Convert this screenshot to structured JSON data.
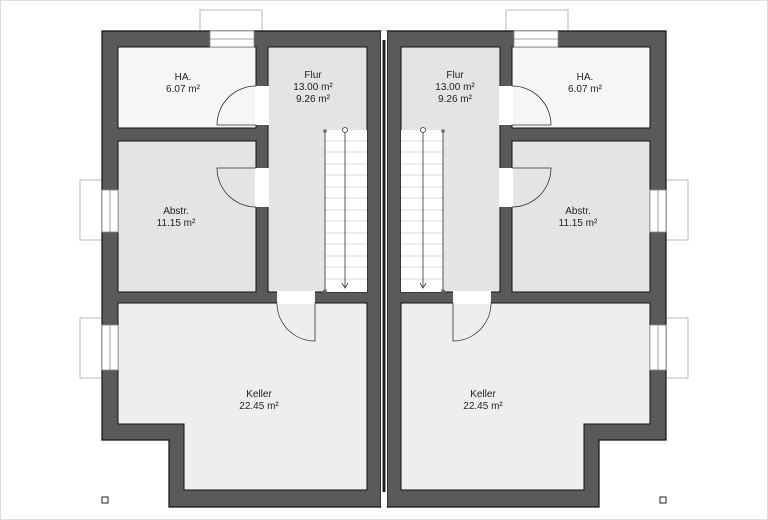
{
  "plan": {
    "left_unit": {
      "ha": {
        "name": "HA.",
        "area": "6.07 m²"
      },
      "flur": {
        "name": "Flur",
        "area1": "13.00 m²",
        "area2": "9.26 m²"
      },
      "abstr": {
        "name": "Abstr.",
        "area": "11.15 m²"
      },
      "keller": {
        "name": "Keller",
        "area": "22.45 m²"
      }
    },
    "right_unit": {
      "ha": {
        "name": "HA.",
        "area": "6.07 m²"
      },
      "flur": {
        "name": "Flur",
        "area1": "13.00 m²",
        "area2": "9.26 m²"
      },
      "abstr": {
        "name": "Abstr.",
        "area": "11.15 m²"
      },
      "keller": {
        "name": "Keller",
        "area": "22.45 m²"
      }
    }
  },
  "colors": {
    "wall": "#5a5a5a",
    "room": "#e6e6e6",
    "light_room": "#f6f6f6",
    "keller": "#eeeeee"
  }
}
